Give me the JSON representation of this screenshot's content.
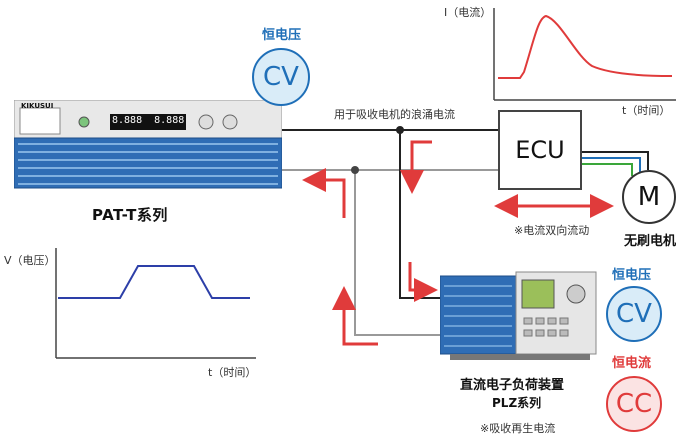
{
  "devices": {
    "pat_t": {
      "brand": "KIKUSUI",
      "model": "PAT-T系列",
      "display": "8.888  8.888"
    },
    "plz": {
      "name": "直流电子负荷装置",
      "series": "PLZ系列",
      "note": "※吸收再生电流"
    }
  },
  "labels": {
    "absorb_surge": "用于吸收电机的浪涌电流",
    "ecu": "ECU",
    "bidirectional": "※电流双向流动",
    "motor_symbol": "M",
    "motor_name": "无刷电机"
  },
  "badges": {
    "cv_top": {
      "caption": "恒电压",
      "text": "CV"
    },
    "cv_right": {
      "caption": "恒电压",
      "text": "CV"
    },
    "cc_right": {
      "caption": "恒电流",
      "text": "CC"
    }
  },
  "graphs": {
    "current": {
      "ylabel": "I（电流）",
      "xlabel": "t（时间）"
    },
    "voltage": {
      "ylabel": "V（电压）",
      "xlabel": "t（时间）"
    }
  },
  "colors": {
    "blue": "#1f6fb8",
    "red": "#e03b3b",
    "device_blue": "#2f6db5",
    "green": "#3aa63a"
  }
}
